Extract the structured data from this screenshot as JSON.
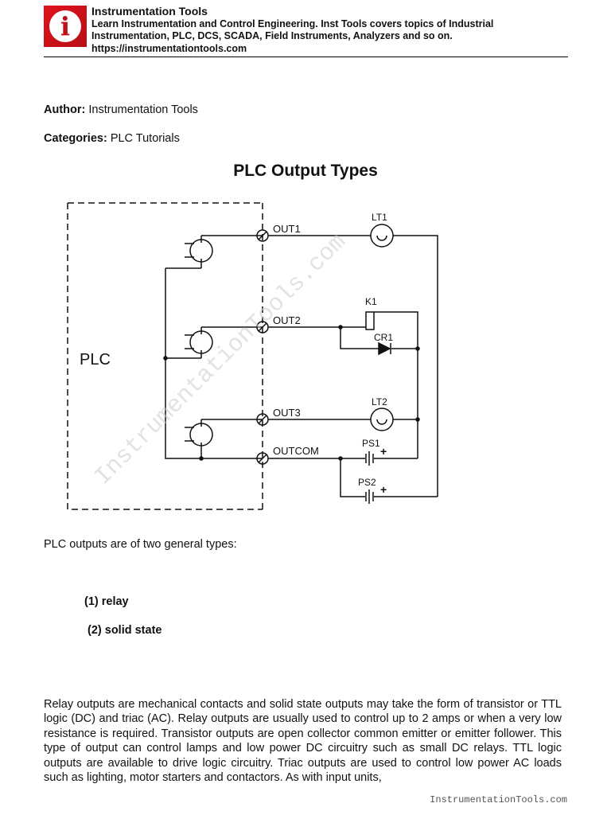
{
  "header": {
    "logo_glyph": "i",
    "site_name": "Instrumentation Tools",
    "tagline_line1": "Learn Instrumentation and Control Engineering. Inst Tools covers topics of Industrial",
    "tagline_line2": "Instrumentation, PLC, DCS, SCADA, Field Instruments, Analyzers and so on.",
    "url": "https://instrumentationtools.com"
  },
  "meta": {
    "author_label": "Author:",
    "author_value": "Instrumentation Tools",
    "categories_label": "Categories:",
    "categories_value": "PLC Tutorials"
  },
  "title": "PLC Output Types",
  "diagram": {
    "plc_label": "PLC",
    "terminals": [
      "OUT1",
      "OUT2",
      "OUT3",
      "OUTCOM"
    ],
    "components": {
      "lt1": "LT1",
      "k1": "K1",
      "cr1": "CR1",
      "lt2": "LT2",
      "ps1": "PS1",
      "ps2": "PS2",
      "plus": "+"
    },
    "watermark": "InstrumentationTools.com"
  },
  "intro": "PLC outputs are of two general types:",
  "types": [
    "(1) relay",
    "(2) solid state"
  ],
  "body": "Relay outputs are mechanical contacts and solid state outputs may take the form of transistor or TTL logic (DC) and triac (AC).  Relay outputs are usually used to control up to 2 amps or when a very low resistance is required.  Transistor outputs are open collector common emitter or emitter follower.  This type of output can control lamps and low power DC circuitry such as small DC relays.  TTL logic outputs are available to drive logic circuitry.  Triac outputs are used to control low power AC loads such as lighting, motor starters and contactors.  As with input units,",
  "footer": "InstrumentationTools.com"
}
